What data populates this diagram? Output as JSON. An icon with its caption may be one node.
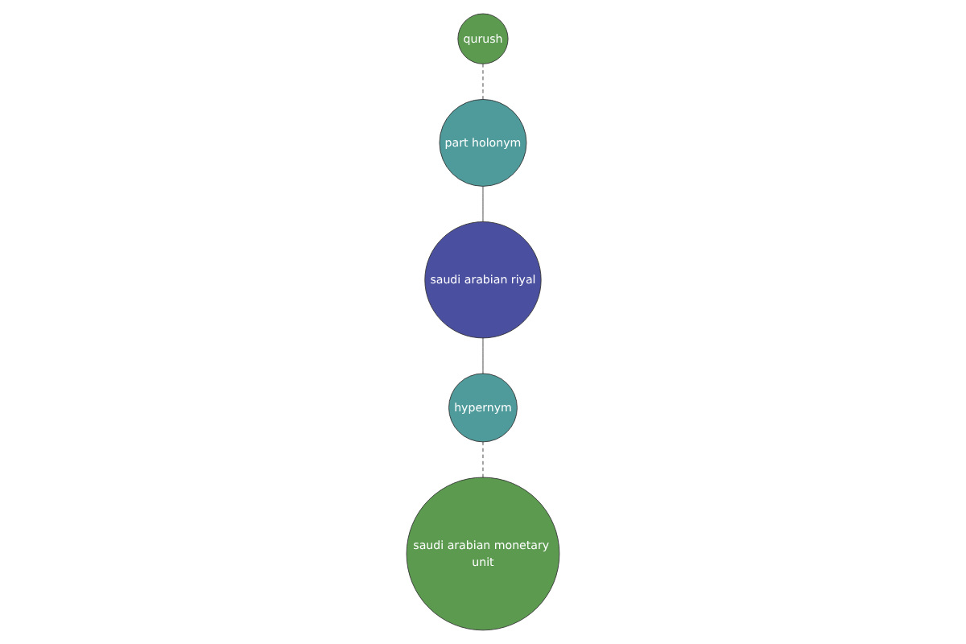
{
  "diagram": {
    "nodes": [
      {
        "text": [
          "qurush"
        ]
      },
      {
        "text": [
          "part holonym"
        ]
      },
      {
        "text": [
          "saudi arabian riyal"
        ]
      },
      {
        "text": [
          "hypernym"
        ]
      },
      {
        "text": [
          "saudi arabian monetary unit"
        ]
      }
    ],
    "edges": [
      {
        "from": 0,
        "to": 1,
        "arrow": "none",
        "style": "dashed"
      },
      {
        "from": 1,
        "to": 2,
        "arrow": "none"
      },
      {
        "from": 2,
        "to": 3,
        "arrow": "none"
      },
      {
        "from": 3,
        "to": 4,
        "arrow": "none",
        "style": "dashed"
      }
    ]
  }
}
